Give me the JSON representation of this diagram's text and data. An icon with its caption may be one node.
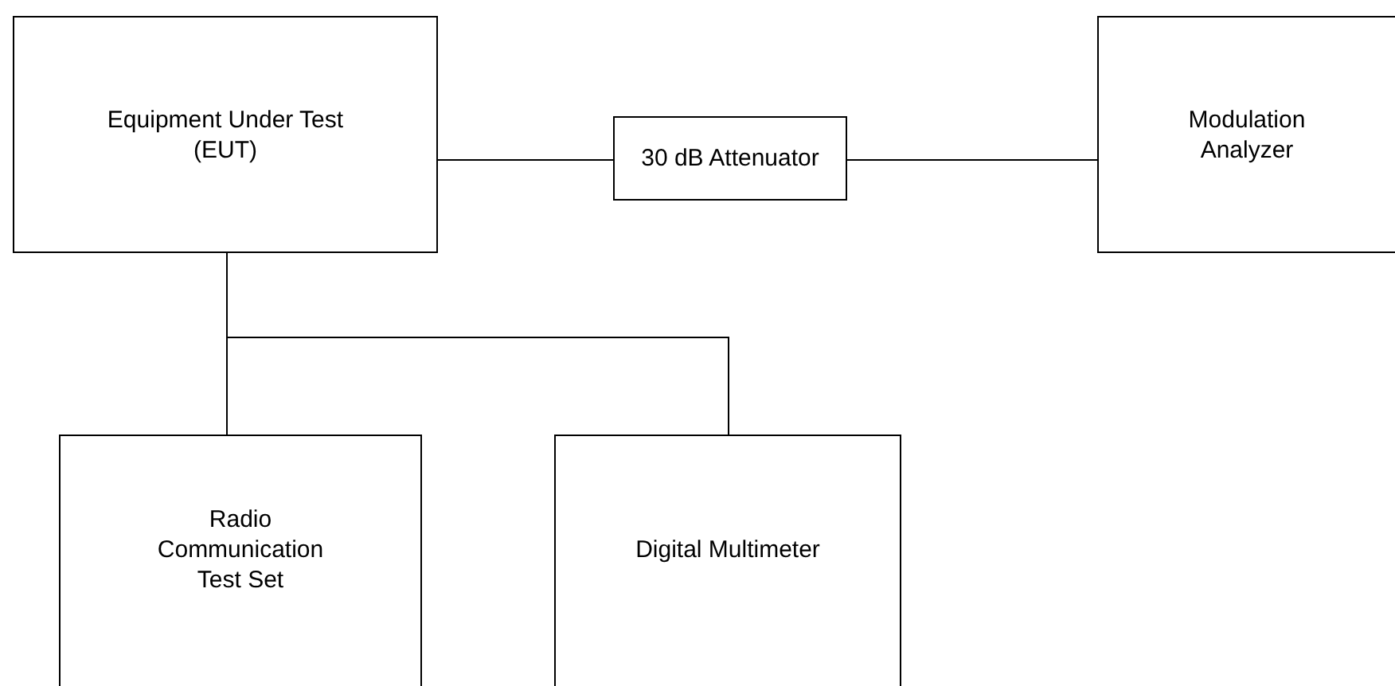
{
  "diagram": {
    "nodes": [
      {
        "text": [
          "Equipment Under Test (EUT)"
        ]
      },
      {
        "text": [
          "30 dB Attenuator"
        ]
      },
      {
        "text": [
          "Modulation Analyzer"
        ]
      },
      {
        "text": [
          "Radio Communication Test Set"
        ]
      },
      {
        "text": [
          "Digital Multimeter"
        ]
      }
    ],
    "edges": [
      {
        "from": 0,
        "to": 1,
        "arrow": "none"
      },
      {
        "from": 1,
        "to": 2,
        "arrow": "none"
      },
      {
        "from": 0,
        "to": 3,
        "arrow": "none"
      },
      {
        "from": 0,
        "to": 4,
        "arrow": "none"
      }
    ]
  }
}
